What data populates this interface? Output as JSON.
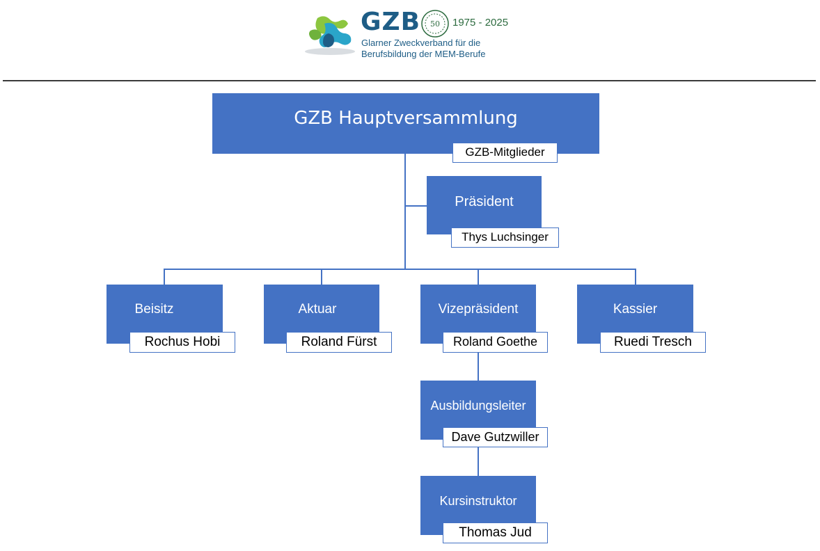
{
  "header": {
    "brand": "GZB",
    "seal_text": "50",
    "years": "1975 - 2025",
    "subtitle_line1": "Glarner Zweckverband für die",
    "subtitle_line2": "Berufsbildung der MEM-Berufe",
    "colors": {
      "brand_blue": "#1e5d86",
      "brand_green": "#2d6b3f",
      "logo_teal": "#2aa5c9",
      "logo_lime": "#8cc63f"
    }
  },
  "org": {
    "colors": {
      "box": "#4472c4",
      "tag_border": "#4472c4",
      "tag_bg": "#ffffff",
      "text_on_box": "#ffffff"
    },
    "assembly": {
      "title": "GZB Hauptversammlung",
      "members": "GZB-Mitglieder"
    },
    "president": {
      "title": "Präsident",
      "person": "Thys Luchsinger"
    },
    "beisitz": {
      "title": "Beisitz",
      "person": "Rochus Hobi"
    },
    "aktuar": {
      "title": "Aktuar",
      "person": "Roland Fürst"
    },
    "vice": {
      "title": "Vizepräsident",
      "person": "Roland Goethe"
    },
    "kassier": {
      "title": "Kassier",
      "person": "Ruedi Tresch"
    },
    "training_lead": {
      "title": "Ausbildungsleiter",
      "person": "Dave Gutzwiller"
    },
    "instructor": {
      "title": "Kursinstruktor",
      "person": "Thomas Jud"
    }
  }
}
